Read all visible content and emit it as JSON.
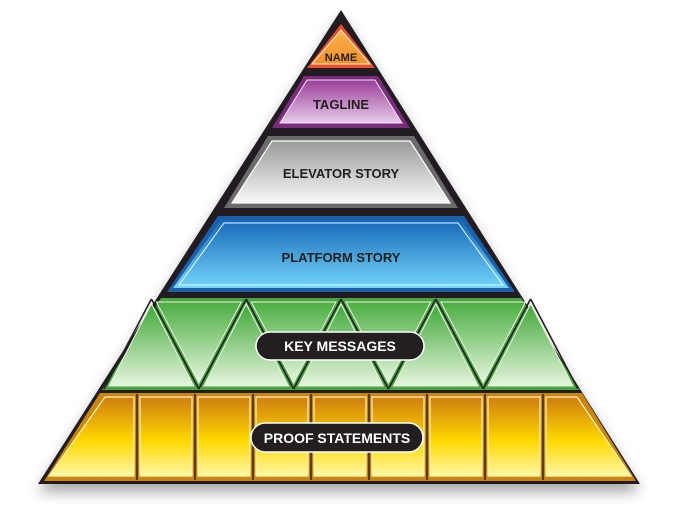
{
  "diagram": {
    "type": "pyramid",
    "tiers": [
      {
        "id": "name",
        "label": "NAME",
        "color_top": "#fbb34a",
        "color_bottom": "#e8502a",
        "label_color": "#231f20"
      },
      {
        "id": "tagline",
        "label": "TAGLINE",
        "color_top": "#9b3f9c",
        "color_bottom": "#e2c4e4",
        "label_color": "#231f20"
      },
      {
        "id": "elevator-story",
        "label": "ELEVATOR STORY",
        "color_top": "#9c9c9c",
        "color_bottom": "#f7f7f7",
        "label_color": "#231f20"
      },
      {
        "id": "platform-story",
        "label": "PLATFORM STORY",
        "color_top": "#1a6fbd",
        "color_bottom": "#6fd3f7",
        "label_color": "#231f20"
      },
      {
        "id": "key-messages",
        "label": "KEY MESSAGES",
        "color_top": "#45a83c",
        "color_bottom": "#e4f4dc",
        "label_color": "#ffffff",
        "segments": 9
      },
      {
        "id": "proof-statements",
        "label": "PROOF STATEMENTS",
        "color_top": "#d07f10",
        "color_mid": "#ffd800",
        "color_bottom": "#fff8a8",
        "label_color": "#ffffff",
        "segments": 9
      }
    ],
    "outline_color": "#231f20",
    "badge_color": "#231f20"
  }
}
